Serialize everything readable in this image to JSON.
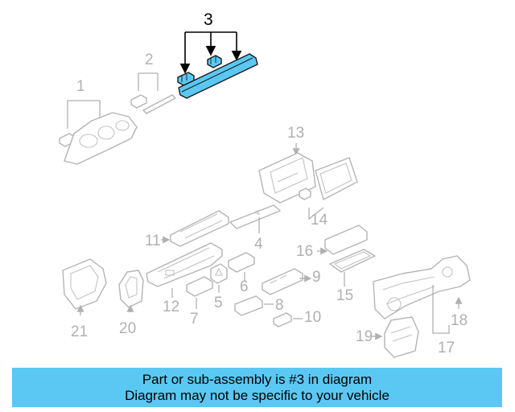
{
  "diagram": {
    "highlight_color": "#5ac8f2",
    "highlighted_callout": "3",
    "callouts": {
      "c1": "1",
      "c2": "2",
      "c3": "3",
      "c4": "4",
      "c5": "5",
      "c6": "6",
      "c7": "7",
      "c8": "8",
      "c9": "9",
      "c10": "10",
      "c11": "11",
      "c12": "12",
      "c13": "13",
      "c14": "14",
      "c15": "15",
      "c16": "16",
      "c17": "17",
      "c18": "18",
      "c19": "19",
      "c20": "20",
      "c21": "21"
    }
  },
  "caption": {
    "background": "#5ac8f2",
    "line1": "Part or sub-assembly is #3 in diagram",
    "line2": "Diagram may not be specific to your vehicle"
  }
}
